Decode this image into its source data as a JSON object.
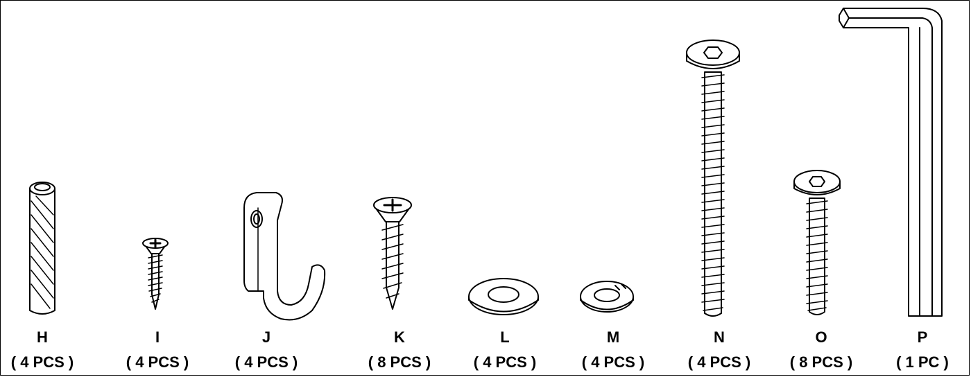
{
  "parts": [
    {
      "letter": "H",
      "qty": "( 4 PCS )",
      "icon": "dowel-pin-icon"
    },
    {
      "letter": "I",
      "qty": "( 4 PCS )",
      "icon": "small-wood-screw-icon"
    },
    {
      "letter": "J",
      "qty": "( 4 PCS )",
      "icon": "hook-icon"
    },
    {
      "letter": "K",
      "qty": "( 8 PCS )",
      "icon": "wood-screw-icon"
    },
    {
      "letter": "L",
      "qty": "( 4 PCS )",
      "icon": "flat-washer-icon"
    },
    {
      "letter": "M",
      "qty": "( 4 PCS )",
      "icon": "lock-washer-icon"
    },
    {
      "letter": "N",
      "qty": "( 4 PCS )",
      "icon": "long-hex-bolt-icon"
    },
    {
      "letter": "O",
      "qty": "( 8 PCS )",
      "icon": "short-hex-bolt-icon"
    },
    {
      "letter": "P",
      "qty": "( 1 PC )",
      "icon": "allen-key-icon"
    }
  ],
  "colors": {
    "line": "#000000",
    "background": "#ffffff"
  }
}
